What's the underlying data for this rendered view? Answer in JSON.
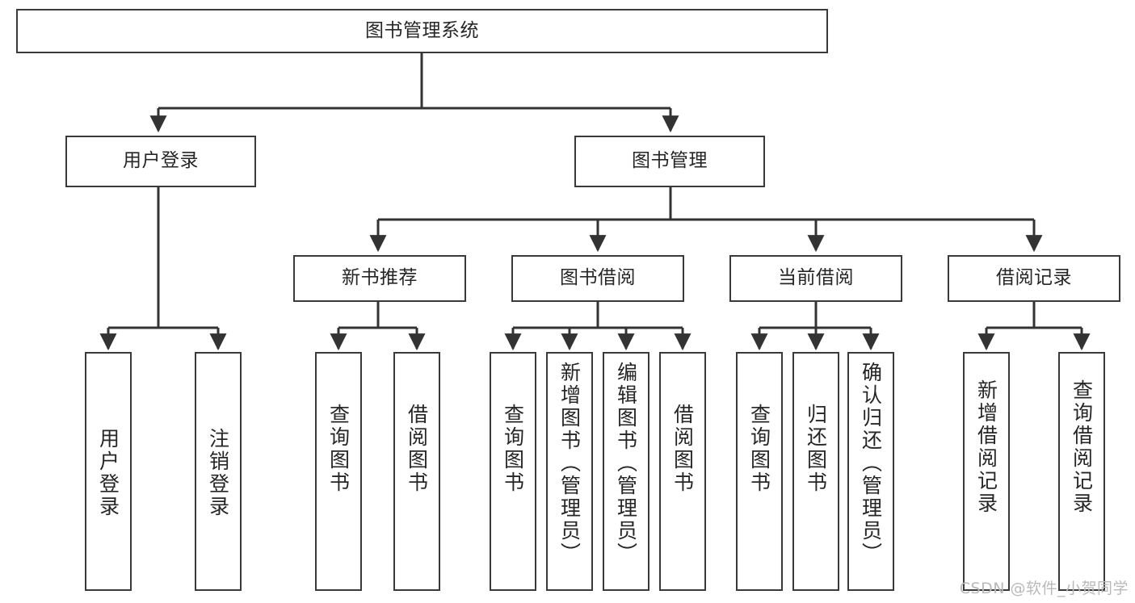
{
  "diagram": {
    "title": "图书管理系统",
    "type": "tree-hierarchy",
    "theme": {
      "background": "#ffffff",
      "box_border": "#3a3a3a",
      "box_fill": "#ffffff",
      "connector": "#333333",
      "text": "#262626",
      "watermark_text_color": "#b9b9b9"
    },
    "root": {
      "label": "图书管理系统"
    },
    "level_two": [
      {
        "label": "用户登录"
      },
      {
        "label": "图书管理"
      }
    ],
    "level_three": [
      {
        "label": "新书推荐"
      },
      {
        "label": "图书借阅"
      },
      {
        "label": "当前借阅"
      },
      {
        "label": "借阅记录"
      }
    ],
    "leaves": {
      "user_login": [
        {
          "label": "用户登录"
        },
        {
          "label": "注销登录"
        }
      ],
      "new_book_recommend": [
        {
          "label": "查询图书"
        },
        {
          "label": "借阅图书"
        }
      ],
      "book_borrow": [
        {
          "label": "查询图书"
        },
        {
          "label": "新增图书（管理员）"
        },
        {
          "label": "编辑图书（管理员）"
        },
        {
          "label": "借阅图书"
        }
      ],
      "current_borrow": [
        {
          "label": "查询图书"
        },
        {
          "label": "归还图书"
        },
        {
          "label": "确认归还（管理员）"
        }
      ],
      "borrow_record": [
        {
          "label": "新增借阅记录"
        },
        {
          "label": "查询借阅记录"
        }
      ]
    },
    "watermark": "CSDN @软件_小贺同学"
  }
}
